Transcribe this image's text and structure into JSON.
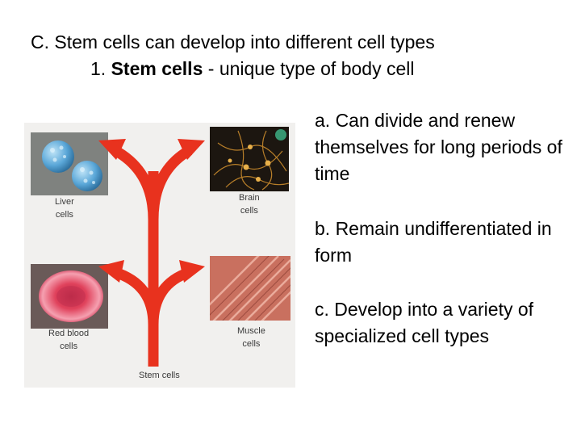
{
  "slide": {
    "title": "C. Stem cells can develop into different cell types",
    "subtitle_number": "1.",
    "subtitle_bold": "Stem cells",
    "subtitle_rest": " - unique type of body cell",
    "points": [
      "a. Can divide and renew themselves for long periods of time",
      "b. Remain undifferentiated in form",
      "c. Develop into a variety of specialized cell types"
    ]
  },
  "figure": {
    "captions": {
      "liver": [
        "Liver",
        "cells"
      ],
      "brain": [
        "Brain",
        "cells"
      ],
      "red_blood": [
        "Red blood",
        "cells"
      ],
      "muscle": [
        "Muscle",
        "cells"
      ],
      "stem": "Stem cells"
    },
    "colors": {
      "arrow": "#e8321e",
      "background": "#f1f0ee",
      "liver": "#5aa7d8",
      "blood": "#e0425c",
      "muscle": "#d9897a",
      "brain": "#c88a2c"
    }
  }
}
